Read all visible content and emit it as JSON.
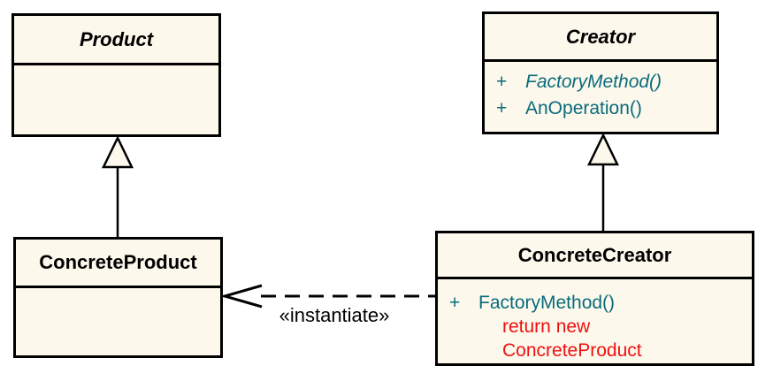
{
  "colors": {
    "background": "#ffffff",
    "box_fill": "#fdf8ec",
    "border": "#000000",
    "method_text": "#096b7c",
    "code_text": "#ee1111",
    "title_text": "#000000"
  },
  "classes": {
    "product": {
      "name": "Product"
    },
    "creator": {
      "name": "Creator",
      "methods": [
        {
          "visibility": "+",
          "signature": "FactoryMethod()"
        },
        {
          "visibility": "+",
          "signature": "AnOperation()"
        }
      ]
    },
    "concrete_product": {
      "name": "ConcreteProduct"
    },
    "concrete_creator": {
      "name": "ConcreteCreator",
      "methods": [
        {
          "visibility": "+",
          "signature": "FactoryMethod()"
        }
      ],
      "code_lines": [
        "return new",
        "ConcreteProduct"
      ]
    }
  },
  "relationships": {
    "instantiate_label": "«instantiate»"
  }
}
